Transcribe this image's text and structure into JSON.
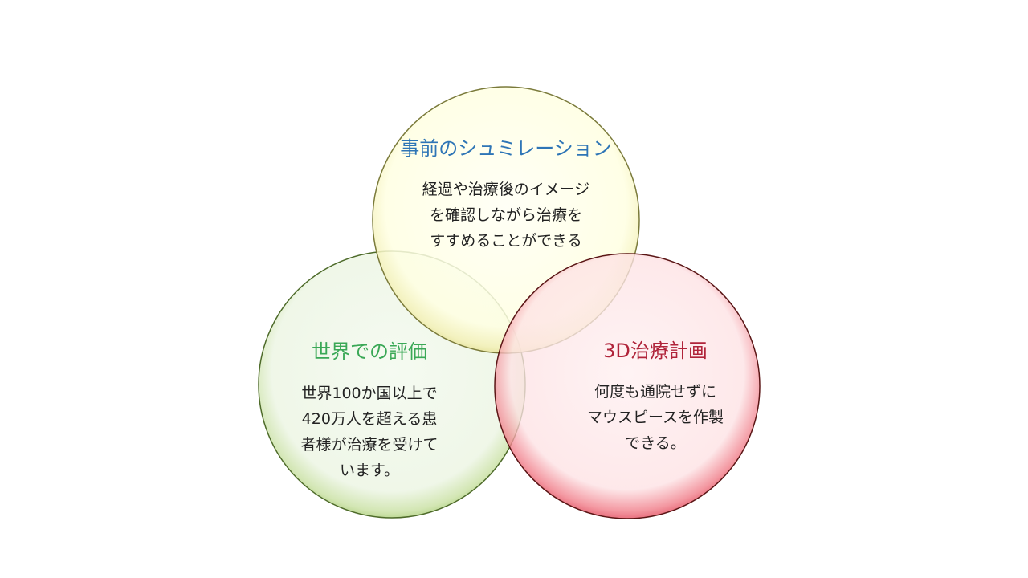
{
  "venn": {
    "sets": [
      {
        "id": "top",
        "title": "事前のシュミレーション",
        "body": "経過や治療後のイメージ\nを確認しながら治療を\nすすめることができる",
        "fill_color": "#ffffe6",
        "edge_color": "#7a7a3a",
        "title_color": "#2e75b6"
      },
      {
        "id": "left",
        "title": "世界での評価",
        "body": "世界100か国以上で\n420万人を超える患\n者様が治療を受けて\nいます。",
        "fill_color": "#eef6e6",
        "edge_color": "#4e6b2a",
        "title_color": "#3aa856"
      },
      {
        "id": "right",
        "title": "3D治療計画",
        "body": "何度も通院せずに\nマウスピースを作製\nできる。",
        "fill_color": "#fde2e4",
        "edge_color": "#5a1515",
        "title_color": "#b0243a"
      }
    ]
  }
}
